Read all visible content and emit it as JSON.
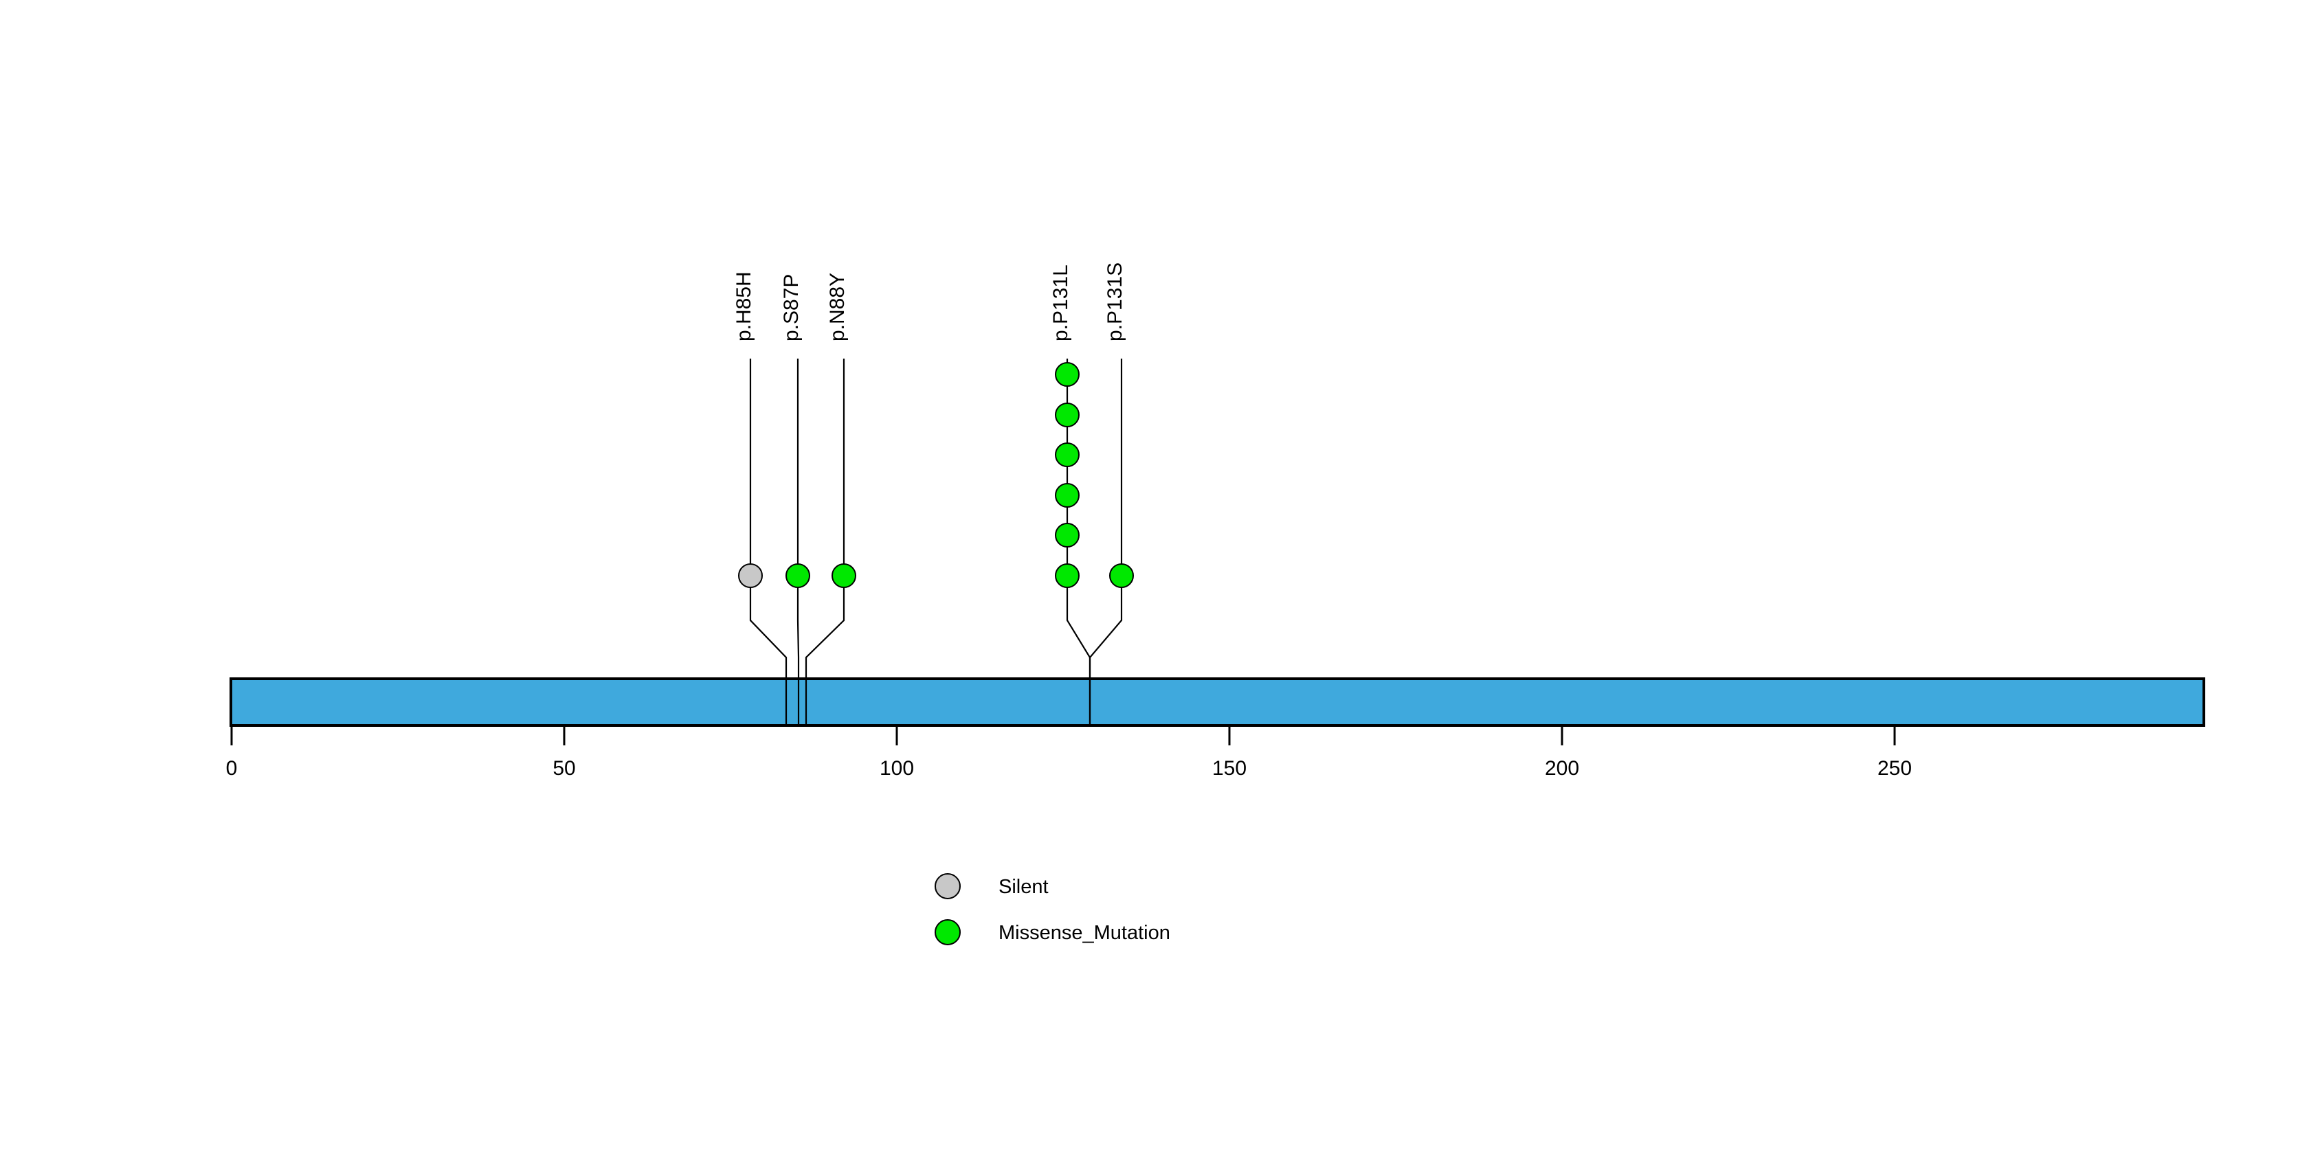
{
  "chart_data": {
    "type": "lollipop",
    "title": "",
    "xlabel": "",
    "ylabel": "",
    "xlim": [
      0,
      296
    ],
    "axis_ticks": [
      {
        "value": 0,
        "label": "0"
      },
      {
        "value": 50,
        "label": "50"
      },
      {
        "value": 100,
        "label": "100"
      },
      {
        "value": 150,
        "label": "150"
      },
      {
        "value": 200,
        "label": "200"
      },
      {
        "value": 250,
        "label": "250"
      }
    ],
    "protein_domain": {
      "name": "protein-backbone",
      "start": 0,
      "end": 296,
      "color": "#3fa9dd",
      "border_color": "#000000"
    },
    "mutations": [
      {
        "label": "p.H85H",
        "position": 85,
        "count": 1,
        "type": "Silent",
        "color": "#c8c8c8",
        "marker_x": 1092,
        "base_x": 1144,
        "label_x": 1092
      },
      {
        "label": "p.S87P",
        "position": 87,
        "count": 1,
        "type": "Missense_Mutation",
        "color": "#00e800",
        "marker_x": 1161,
        "base_x": 1162,
        "label_x": 1161
      },
      {
        "label": "p.N88Y",
        "position": 88,
        "count": 1,
        "type": "Missense_Mutation",
        "color": "#00e800",
        "marker_x": 1228,
        "base_x": 1173,
        "label_x": 1228
      },
      {
        "label": "p.P131L",
        "position": 131,
        "count": 6,
        "type": "Missense_Mutation",
        "color": "#00e800",
        "marker_x": 1553,
        "base_x": 1586,
        "label_x": 1553
      },
      {
        "label": "p.P131S",
        "position": 131,
        "count": 1,
        "type": "Missense_Mutation",
        "color": "#00e800",
        "marker_x": 1632,
        "base_x": 1586,
        "label_x": 1632
      }
    ],
    "legend": {
      "position": "bottom-center",
      "entries": [
        {
          "label": "Silent",
          "color": "#c8c8c8"
        },
        {
          "label": "Missense_Mutation",
          "color": "#00e800"
        }
      ]
    },
    "grid": false,
    "colors": {
      "silent": "#c8c8c8",
      "missense": "#00e800",
      "backbone": "#3fa9dd",
      "outline": "#000000",
      "background": "#ffffff"
    }
  }
}
